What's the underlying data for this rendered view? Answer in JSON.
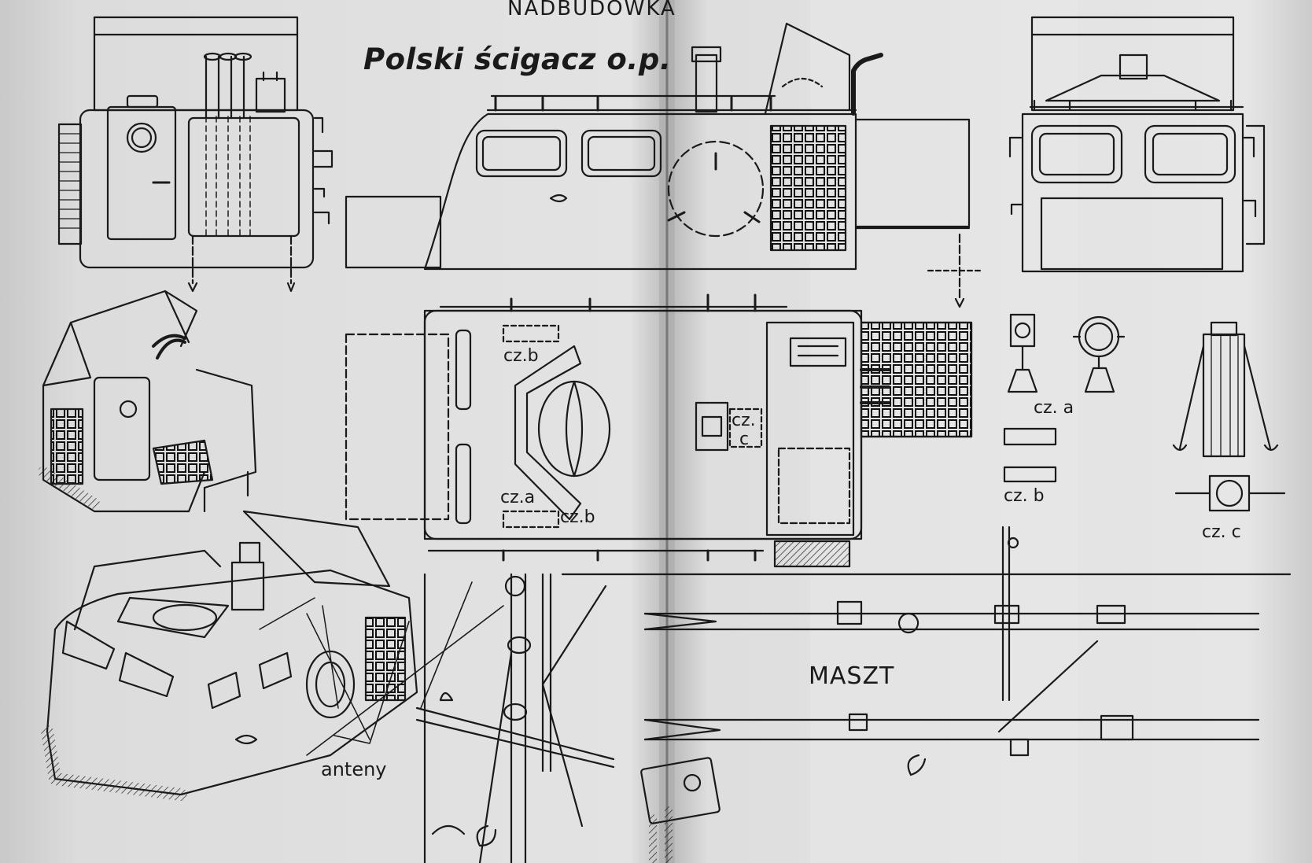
{
  "header": "NADBUDOWKA",
  "title": "Polski ścigacz o.p.",
  "labels": {
    "cz_a": "cz.a",
    "cz_b": "cz.b",
    "cz_c_top": "cz.",
    "cz_c_bottom": "c",
    "detail_cz_a": "cz. a",
    "detail_cz_b": "cz. b",
    "detail_cz_c": "cz. c",
    "maszt": "MASZT",
    "anteny": "anteny"
  },
  "colors": {
    "paper": "#dedede",
    "ink": "#1a1a1a",
    "fold": "#9a9a9a"
  }
}
